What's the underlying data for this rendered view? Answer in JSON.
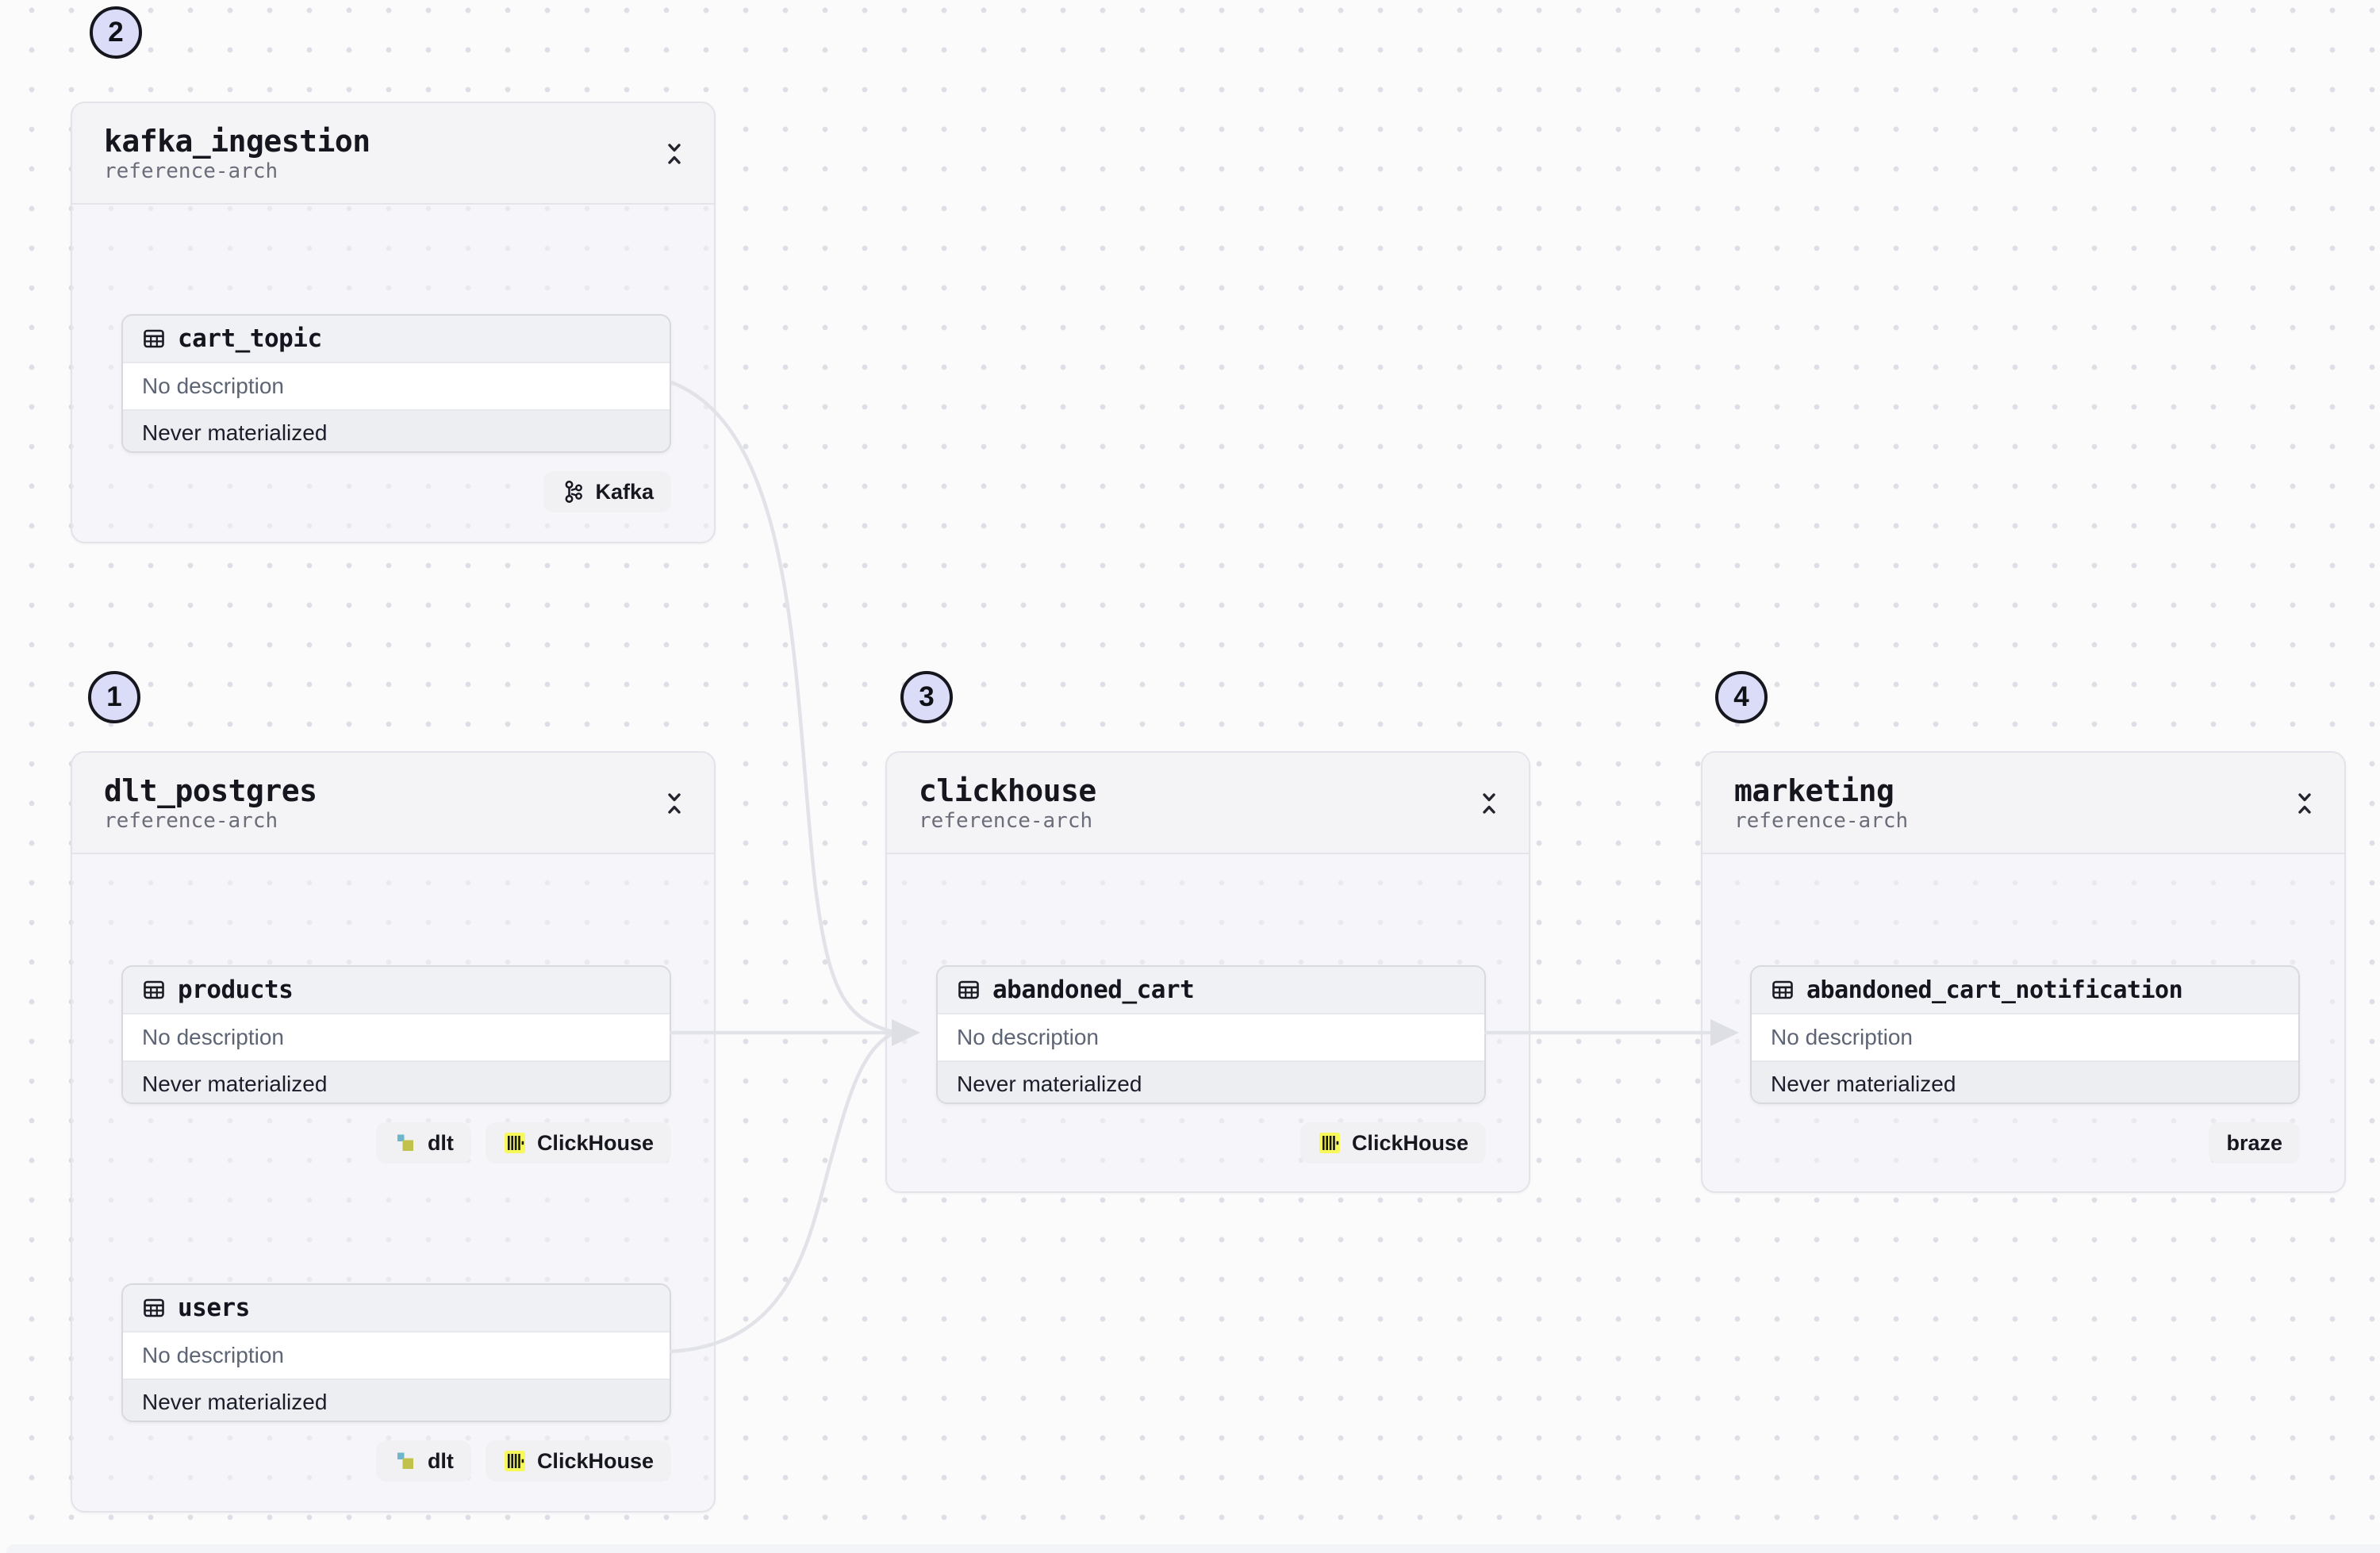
{
  "colors": {
    "canvas_bg": "#FBFBFC",
    "dot_grid": "#DEDEE6",
    "group_bg": "#F4F4F7",
    "card_header_bg": "#F0F1F4",
    "card_status_bg": "#EDEEF2",
    "badge_fill": "#DBDCF8",
    "edge": "#E2E3E8",
    "clickhouse_yellow": "#F7F85A",
    "dlt_cyan": "#6FB5CB",
    "dlt_olive": "#C0C24B",
    "text_dark": "#15161E",
    "text_muted": "#5D6474"
  },
  "groups": [
    {
      "badge": "2",
      "title": "kafka_ingestion",
      "subtitle": "reference-arch",
      "assets": [
        {
          "name": "cart_topic",
          "description": "No description",
          "status": "Never materialized",
          "tags": [
            {
              "label": "Kafka",
              "icon": "kafka-icon"
            }
          ]
        }
      ]
    },
    {
      "badge": "1",
      "title": "dlt_postgres",
      "subtitle": "reference-arch",
      "assets": [
        {
          "name": "products",
          "description": "No description",
          "status": "Never materialized",
          "tags": [
            {
              "label": "dlt",
              "icon": "dlt-icon"
            },
            {
              "label": "ClickHouse",
              "icon": "clickhouse-icon"
            }
          ]
        },
        {
          "name": "users",
          "description": "No description",
          "status": "Never materialized",
          "tags": [
            {
              "label": "dlt",
              "icon": "dlt-icon"
            },
            {
              "label": "ClickHouse",
              "icon": "clickhouse-icon"
            }
          ]
        }
      ]
    },
    {
      "badge": "3",
      "title": "clickhouse",
      "subtitle": "reference-arch",
      "assets": [
        {
          "name": "abandoned_cart",
          "description": "No description",
          "status": "Never materialized",
          "tags": [
            {
              "label": "ClickHouse",
              "icon": "clickhouse-icon"
            }
          ]
        }
      ]
    },
    {
      "badge": "4",
      "title": "marketing",
      "subtitle": "reference-arch",
      "assets": [
        {
          "name": "abandoned_cart_notification",
          "description": "No description",
          "status": "Never materialized",
          "tags": [
            {
              "label": "braze"
            }
          ]
        }
      ]
    }
  ]
}
